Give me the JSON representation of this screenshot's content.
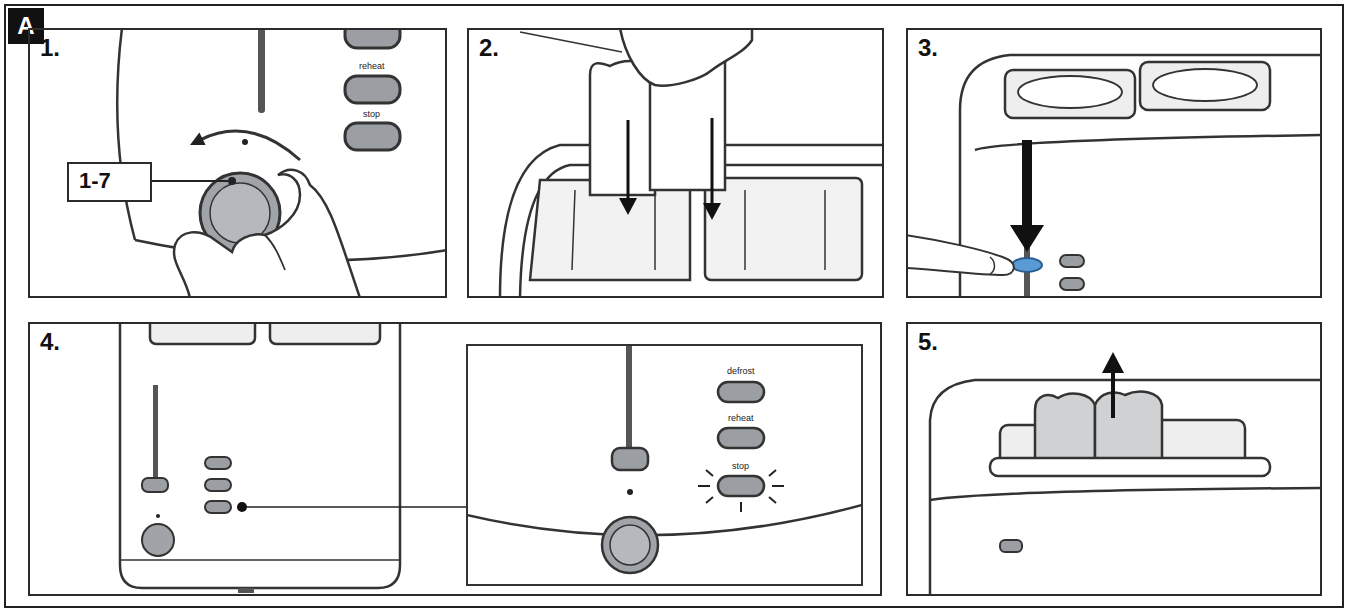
{
  "diagram": {
    "nodes": [
      {
        "text": [
          "A"
        ]
      },
      {
        "text": [
          "1."
        ]
      },
      {
        "text": [
          "1-7"
        ],
        "in": 1
      },
      {
        "text": [
          "2."
        ]
      },
      {
        "text": [
          "3."
        ]
      },
      {
        "text": [
          "4."
        ]
      },
      {
        "text": [
          "5."
        ]
      }
    ],
    "labels": [
      "reheat",
      "stop",
      "defrost",
      "reheat",
      "stop"
    ]
  }
}
